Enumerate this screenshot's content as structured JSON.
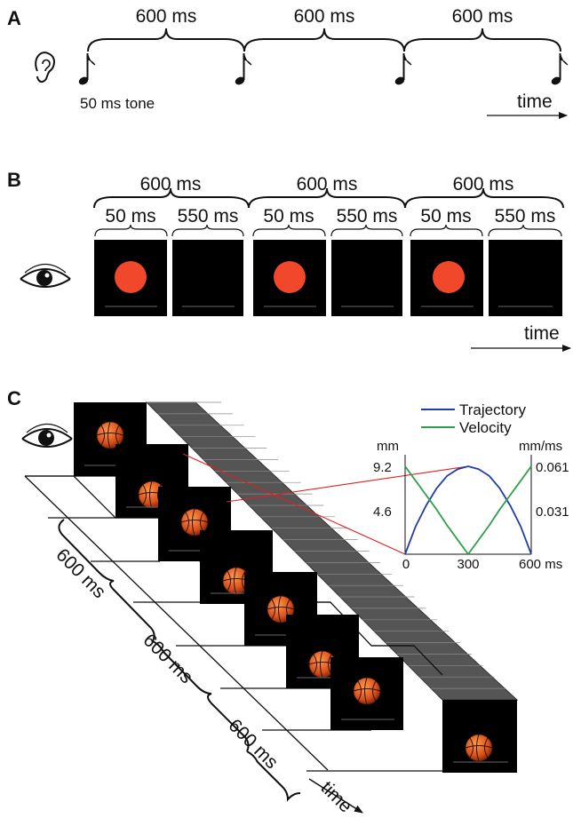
{
  "panels": {
    "a": {
      "label": "A",
      "intervals": [
        "600 ms",
        "600 ms",
        "600 ms"
      ],
      "tone_label": "50 ms tone",
      "time_label": "time",
      "icons": [
        "ear-icon",
        "music-note-icon"
      ]
    },
    "b": {
      "label": "B",
      "intervals": [
        "600 ms",
        "600 ms",
        "600 ms"
      ],
      "sub_intervals": [
        "50 ms",
        "550 ms",
        "50 ms",
        "550 ms",
        "50 ms",
        "550 ms"
      ],
      "time_label": "time",
      "colors": {
        "dot": "#f1472a",
        "frame": "#000000"
      },
      "icons": [
        "eye-icon"
      ]
    },
    "c": {
      "label": "C",
      "intervals": [
        "600 ms",
        "600 ms",
        "600 ms"
      ],
      "time_label": "time",
      "icons": [
        "eye-icon",
        "basketball-icon"
      ],
      "legend": {
        "trajectory": "Trajectory",
        "velocity": "Velocity"
      },
      "left_unit": "mm",
      "right_unit": "mm/ms",
      "left_ticks": [
        "9.2",
        "4.6"
      ],
      "right_ticks": [
        "0.061",
        "0.031"
      ],
      "x_ticks": [
        "0",
        "300"
      ],
      "x_end": "600 ms",
      "colors": {
        "trajectory": "#1f3ea8",
        "velocity": "#2ea04a",
        "connector": "#e02020"
      }
    }
  },
  "chart_data": {
    "type": "line",
    "x": [
      0,
      50,
      100,
      150,
      200,
      250,
      300,
      350,
      400,
      450,
      500,
      550,
      600
    ],
    "xlim": [
      0,
      600
    ],
    "series": [
      {
        "name": "Trajectory",
        "axis": "left",
        "values": [
          0,
          2.9,
          5.1,
          6.9,
          8.2,
          8.9,
          9.2,
          8.9,
          8.2,
          6.9,
          5.1,
          2.9,
          0
        ]
      },
      {
        "name": "Velocity",
        "axis": "right",
        "values": [
          0.061,
          0.051,
          0.041,
          0.031,
          0.02,
          0.01,
          0,
          0.01,
          0.02,
          0.031,
          0.041,
          0.051,
          0.061
        ]
      }
    ],
    "ylim_left": [
      0,
      9.2
    ],
    "ylim_right": [
      0,
      0.061
    ]
  }
}
